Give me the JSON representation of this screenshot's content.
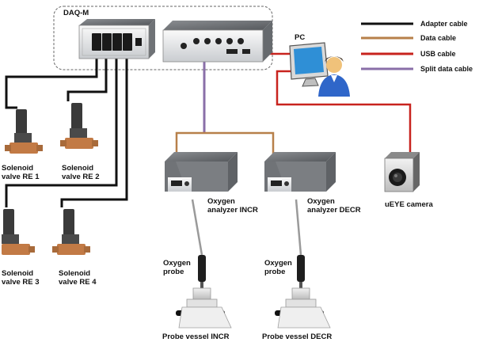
{
  "daq_label": "DAQ-M",
  "pc_label": "PC",
  "camera_label": "uEYE camera",
  "legend": [
    {
      "label": "Adapter cable",
      "color": "#111111"
    },
    {
      "label": "Data cable",
      "color": "#b7804a"
    },
    {
      "label": "USB cable",
      "color": "#c8231e"
    },
    {
      "label": "Split data cable",
      "color": "#8a6fa8"
    }
  ],
  "valves": [
    {
      "line1": "Solenoid",
      "line2": "valve RE 1"
    },
    {
      "line1": "Solenoid",
      "line2": "valve RE 2"
    },
    {
      "line1": "Solenoid",
      "line2": "valve RE 3"
    },
    {
      "line1": "Solenoid",
      "line2": "valve RE 4"
    }
  ],
  "analyzers": [
    {
      "line1": "Oxygen",
      "line2": "analyzer INCR"
    },
    {
      "line1": "Oxygen",
      "line2": "analyzer DECR"
    }
  ],
  "probes": [
    {
      "line1": "Oxygen",
      "line2": "probe"
    },
    {
      "line1": "Oxygen",
      "line2": "probe"
    }
  ],
  "vessels": [
    {
      "label": "Probe vessel INCR"
    },
    {
      "label": "Probe vessel DECR"
    }
  ]
}
